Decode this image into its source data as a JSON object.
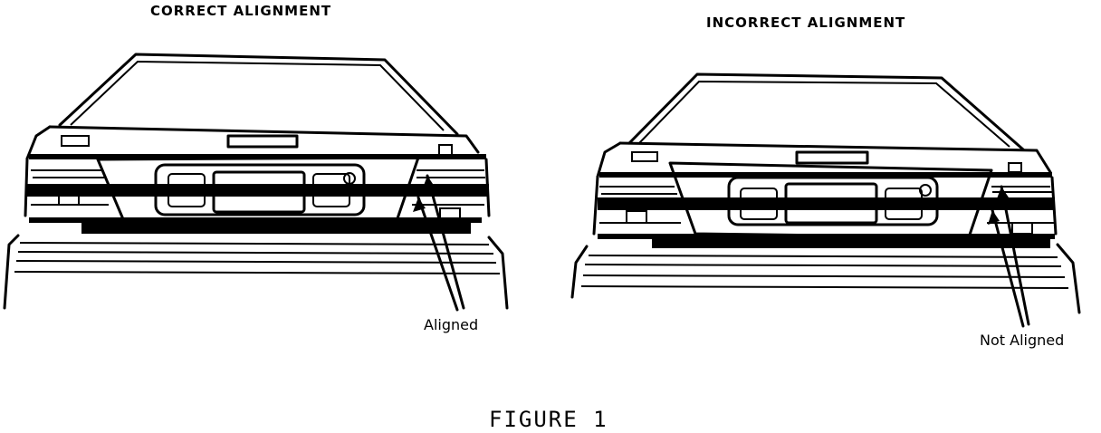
{
  "figure": {
    "left_title": "CORRECT ALIGNMENT",
    "right_title": "INCORRECT ALIGNMENT",
    "left_callout": "Aligned",
    "right_callout": "Not Aligned",
    "caption": "FIGURE 1"
  }
}
